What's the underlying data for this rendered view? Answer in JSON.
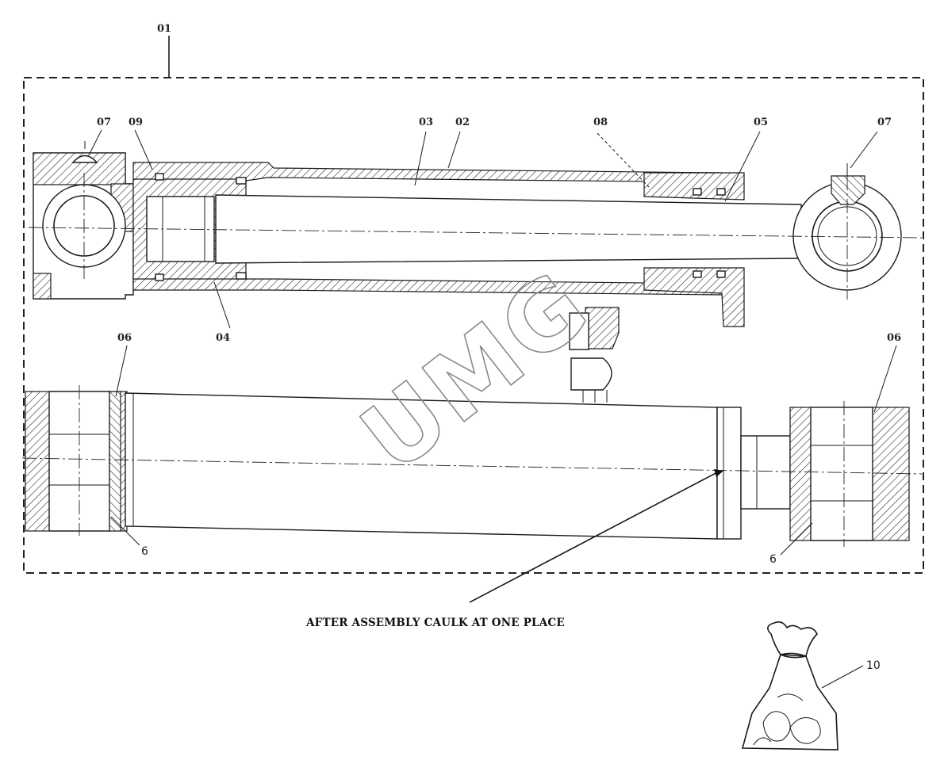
{
  "labels": {
    "assembly": "01",
    "tube": "02",
    "rod": "03",
    "piston": "04",
    "head": "05",
    "bushing_left": "06",
    "bushing_right": "06",
    "grease_fitting_left": "07",
    "grease_fitting_right": "07",
    "seal_kit_item": "08",
    "piston_nut": "09",
    "seal_kit_bag": "10",
    "bushing_left_small": "6",
    "bushing_right_small": "6"
  },
  "note": "AFTER ASSEMBLY CAULK AT ONE PLACE",
  "watermark": "UMG"
}
